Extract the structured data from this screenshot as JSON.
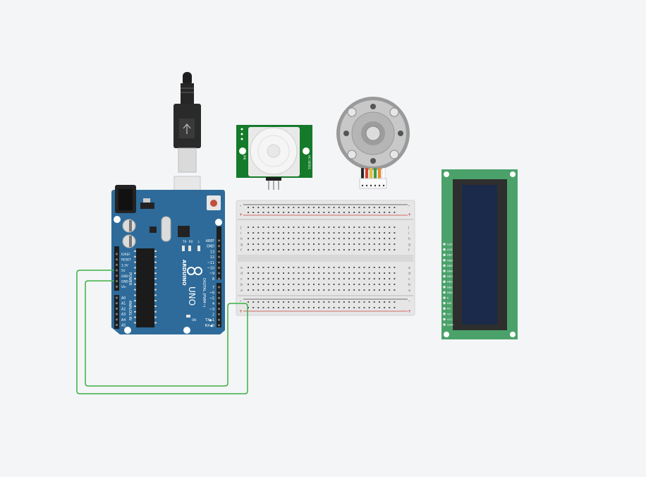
{
  "canvas": {
    "background": "#f3f5f7"
  },
  "arduino": {
    "brand": "ARDUINO",
    "model": "UNO",
    "section_power": "POWER",
    "section_analog": "ANALOG IN",
    "section_digital": "DIGITAL (PWM~)",
    "led_on": "ON",
    "led_tx": "TX",
    "led_rx": "RX",
    "led_l": "L",
    "power_pins": [
      "IOREF",
      "RESET",
      "3.3V",
      "5V",
      "GND",
      "GND",
      "Vin"
    ],
    "analog_pins": [
      "A0",
      "A1",
      "A2",
      "A3",
      "A4",
      "A5"
    ],
    "digital_top": [
      "AREF",
      "GND",
      "13",
      "12",
      "~11",
      "~10",
      "~9",
      "8"
    ],
    "digital_bottom": [
      "7",
      "~6",
      "~5",
      "4",
      "~3",
      "2",
      "TX▶1",
      "RX◀0"
    ],
    "board_color": "#2e6b9a"
  },
  "pir": {
    "left_text": "PIR",
    "right_text": "HC-SR501",
    "board_color": "#157a2a"
  },
  "motor": {
    "wire_colors": [
      "#222222",
      "#d93a2a",
      "#e8c230",
      "#3a9b3a",
      "#f08a1a",
      "#ffffff"
    ]
  },
  "breadboard": {
    "rows_top": [
      "j",
      "i",
      "h",
      "g",
      "f"
    ],
    "rows_bottom": [
      "e",
      "d",
      "c",
      "b",
      "a"
    ],
    "rail_plus": "+",
    "rail_minus": "-"
  },
  "lcd": {
    "pins": [
      "LED",
      "LED",
      "DB7",
      "DB6",
      "DB5",
      "DB4",
      "DB3",
      "DB2",
      "DB1",
      "DB0",
      "E",
      "RW",
      "RS",
      "VO",
      "VCC",
      "GND"
    ],
    "board_color": "#4aa26a",
    "screen_color": "#1b2a4a"
  },
  "wires": {
    "color": "#3cb043"
  }
}
